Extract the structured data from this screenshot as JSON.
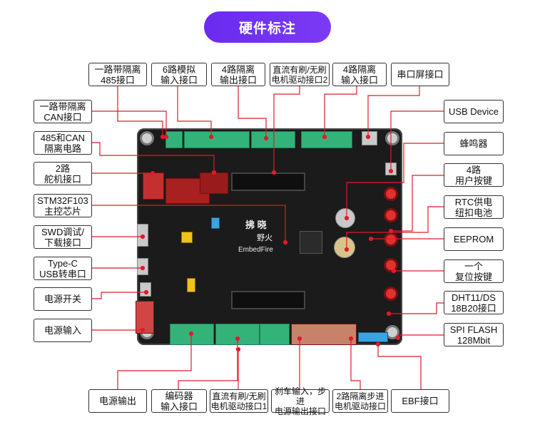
{
  "title": "硬件标注",
  "board_text": {
    "brand_cn": "拂 晓",
    "fire_cn": "野火",
    "fire_en": "EmbedFire"
  },
  "labels_top": [
    "一路带隔离\n485接口",
    "6路模拟\n输入接口",
    "4路隔离\n输出接口",
    "直流有刷/无刷\n电机驱动接口2",
    "4路隔离\n输入接口",
    "串口屏接口"
  ],
  "labels_left": [
    "一路带隔离\nCAN接口",
    "485和CAN\n隔离电路",
    "2路\n舵机接口",
    "STM32F103\n主控芯片",
    "SWD调试/\n下载接口",
    "Type-C\nUSB转串口",
    "电源开关",
    "电源输入"
  ],
  "labels_right": [
    "USB Device",
    "蜂鸣器",
    "4路\n用户按键",
    "RTC供电\n纽扣电池",
    "EEPROM",
    "一个\n复位按键",
    "DHT11/DS\n18B20接口",
    "SPI FLASH\n128Mbit"
  ],
  "labels_bottom": [
    "电源输出",
    "编码器\n输入接口",
    "直流有刷/无刷\n电机驱动接口1",
    "刹车输入，步进\n电源输出接口",
    "2路隔离步进\n电机驱动接口",
    "EBF接口"
  ],
  "colors": {
    "accent": "#7b3af5",
    "leader": "#e01b2b",
    "board": "#1b1b1b",
    "terminal": "#33b37a"
  }
}
